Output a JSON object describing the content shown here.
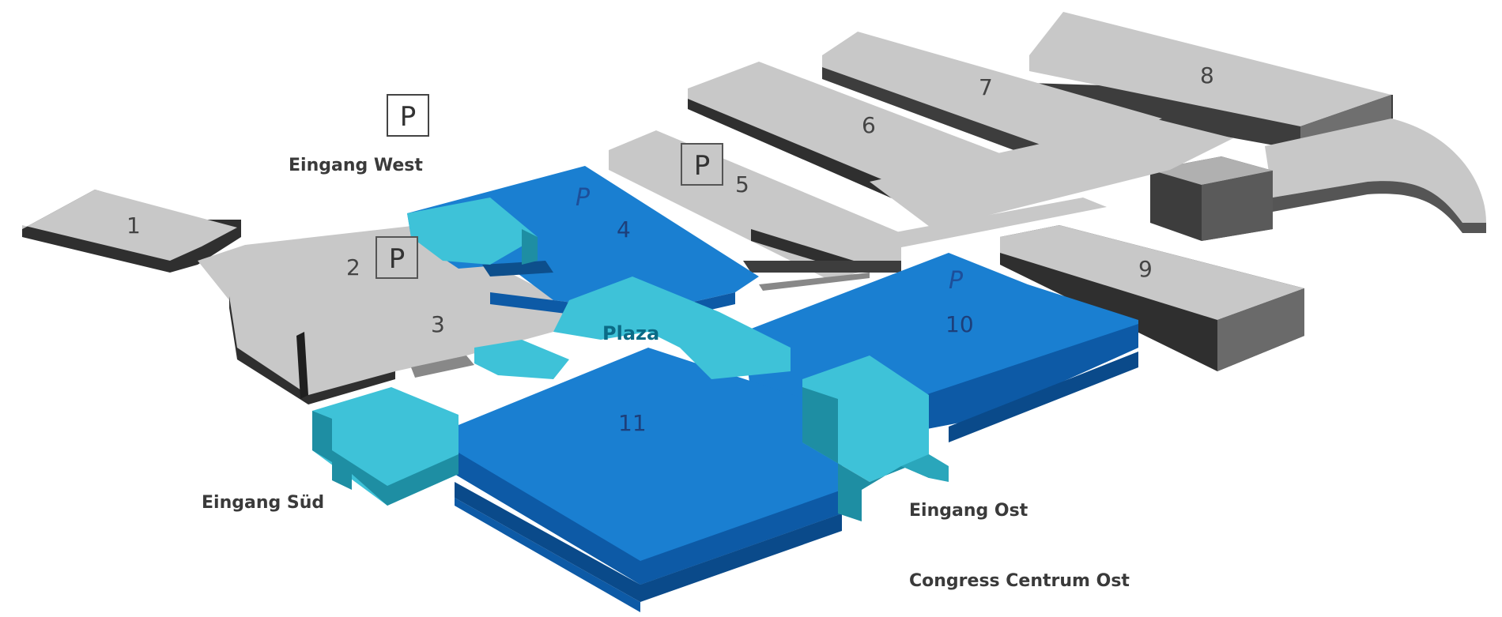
{
  "halls": {
    "h1": "1",
    "h2": "2",
    "h3": "3",
    "h4": "4",
    "h5": "5",
    "h6": "6",
    "h7": "7",
    "h8": "8",
    "h9": "9",
    "h10": "10",
    "h11": "11"
  },
  "parking": {
    "symbol": "P"
  },
  "areas": {
    "plaza": "Plaza"
  },
  "entrances": {
    "west": "Eingang West",
    "south": "Eingang Süd",
    "east": "Eingang Ost"
  },
  "venue": {
    "congress": "Congress Centrum Ost"
  },
  "colors": {
    "hall_top": "#c8c8c8",
    "hall_side": "#3d3d3d",
    "blue_top": "#1a7fd1",
    "blue_side": "#0d5aa6",
    "cyan_top": "#3ec2d8",
    "cyan_side": "#1e8ea3"
  }
}
